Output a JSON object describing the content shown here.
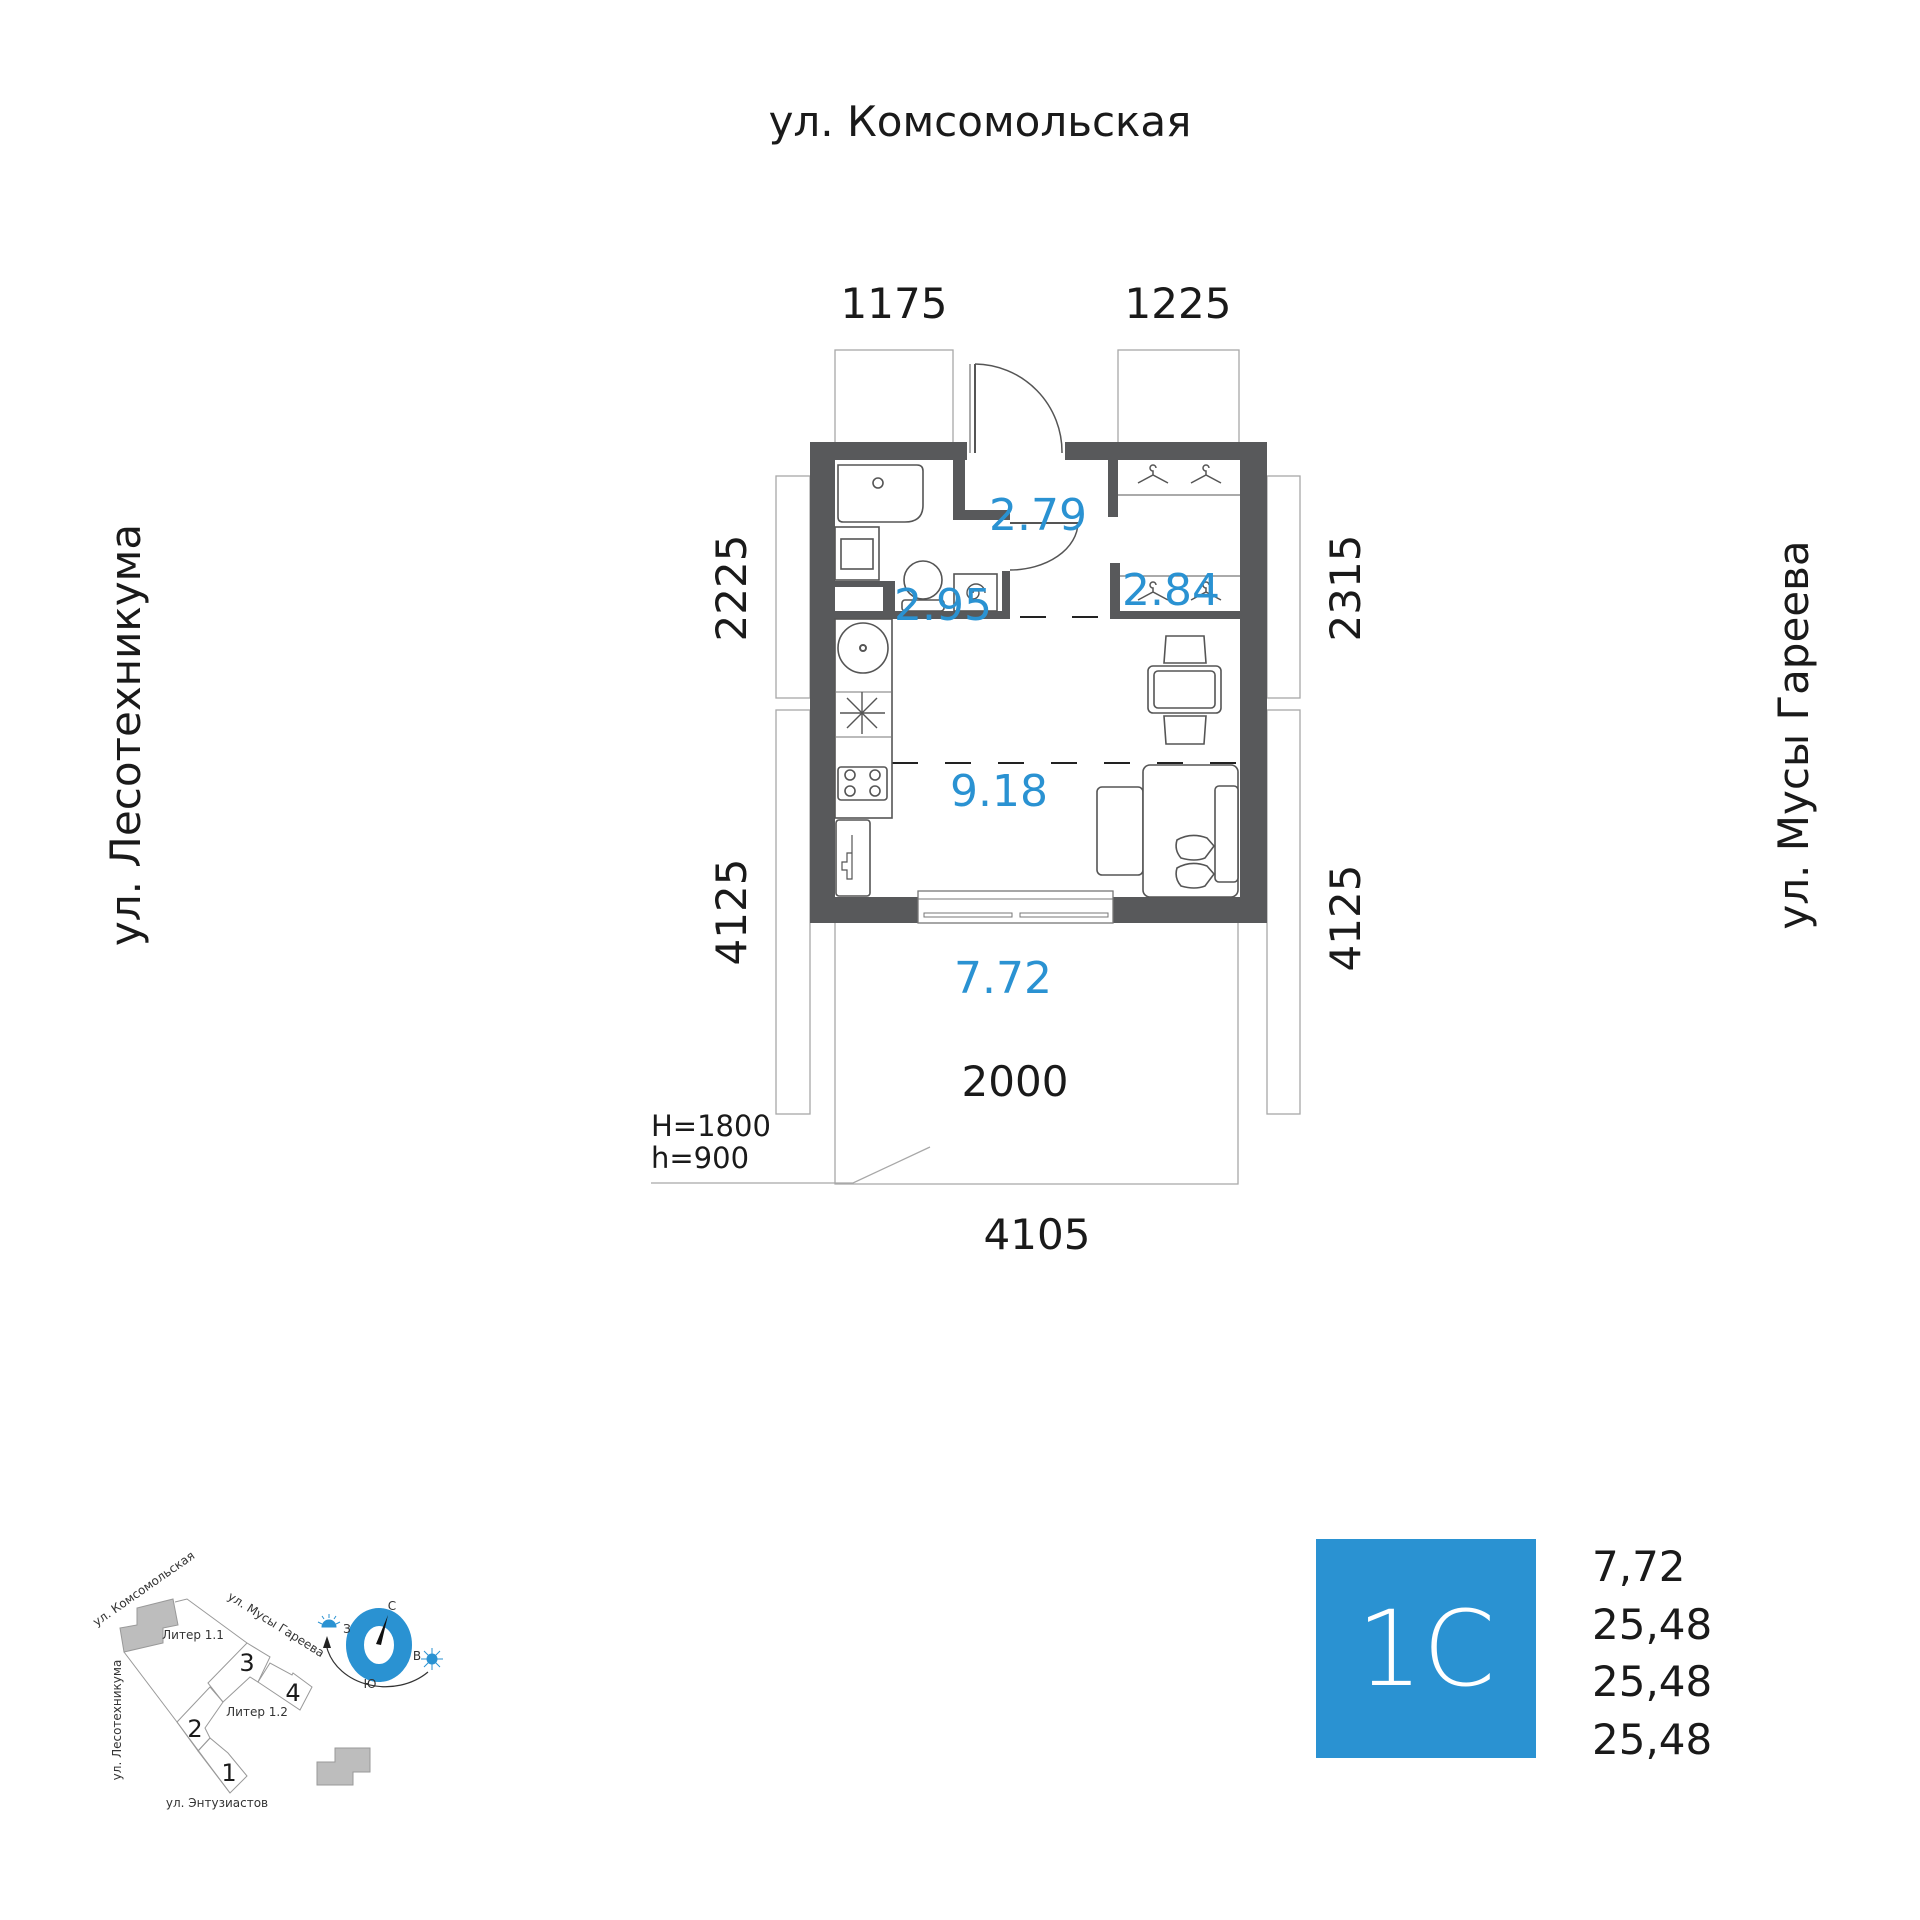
{
  "streets": {
    "top": "ул. Комсомольская",
    "left": "ул. Лесотехникума",
    "right": "ул. Мусы Гареева"
  },
  "dimensions": {
    "top_left": "1175",
    "top_right": "1225",
    "left_upper": "2225",
    "left_lower": "4125",
    "right_upper": "2315",
    "right_lower": "4125",
    "bottom": "4105",
    "window_width": "2000"
  },
  "window_heights": {
    "H": "H=1800",
    "h": "h=900"
  },
  "rooms": {
    "hall": "2.79",
    "bathroom": "2.95",
    "wardrobe": "2.84",
    "kitchen": "9.18",
    "living": "7.72"
  },
  "minimap": {
    "street_top": "ул. Комсомольская",
    "street_right": "ул. Мусы Гареева",
    "street_left": "ул. Лесотехникума",
    "street_bottom": "ул. Энтузиастов",
    "liter1": "Литер 1.1",
    "liter2": "Литер 1.2",
    "sections": [
      "1",
      "2",
      "3",
      "4"
    ]
  },
  "compass": {
    "north": "С",
    "west": "З",
    "east": "В",
    "south": "Ю",
    "accent": "#2a92d2"
  },
  "badge": {
    "label": "1С",
    "color": "#2a92d2"
  },
  "areas": [
    "7,72",
    "25,48",
    "25,48",
    "25,48"
  ]
}
